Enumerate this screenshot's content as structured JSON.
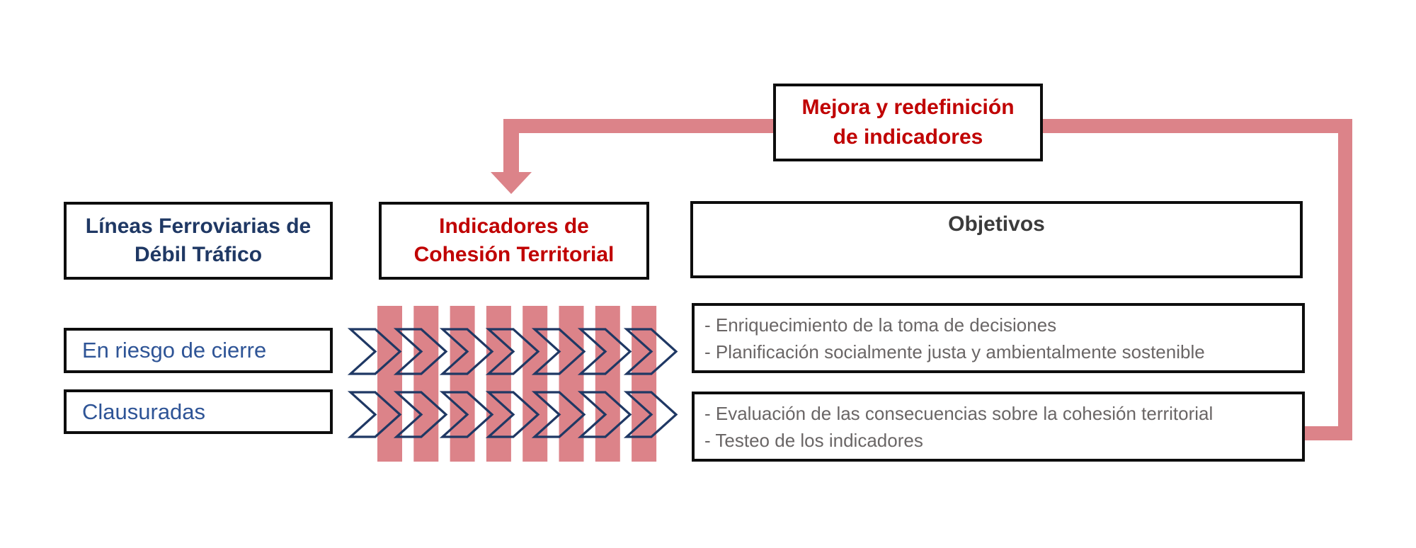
{
  "diagram": {
    "feedback_box": {
      "lines": [
        "Mejora y redefinición",
        "de indicadores"
      ]
    },
    "headers": {
      "left": {
        "lines": [
          "Líneas Ferroviarias de",
          "Débil Tráfico"
        ]
      },
      "middle": {
        "lines": [
          "Indicadores de",
          "Cohesión Territorial"
        ]
      },
      "right": {
        "label": "Objetivos"
      }
    },
    "rows": [
      {
        "label": "En riesgo de cierre",
        "objectives": [
          "- Enriquecimiento de la toma de decisiones",
          "- Planificación socialmente justa y ambientalmente sostenible"
        ]
      },
      {
        "label": "Clausuradas",
        "objectives": [
          "- Evaluación de las consecuencias sobre la cohesión territorial",
          "- Testeo de los indicadores"
        ]
      }
    ],
    "chevron_band": {
      "bar_count": 8,
      "row_count": 2,
      "chevrons_per_row": 7
    }
  },
  "colors": {
    "accent_pink": "#DC8389",
    "navy": "#1F3864",
    "blue": "#2E5496",
    "red": "#C00000",
    "gray_text": "#6A6666",
    "dark_text": "#3B3B3B",
    "border": "#0D0D0D"
  }
}
